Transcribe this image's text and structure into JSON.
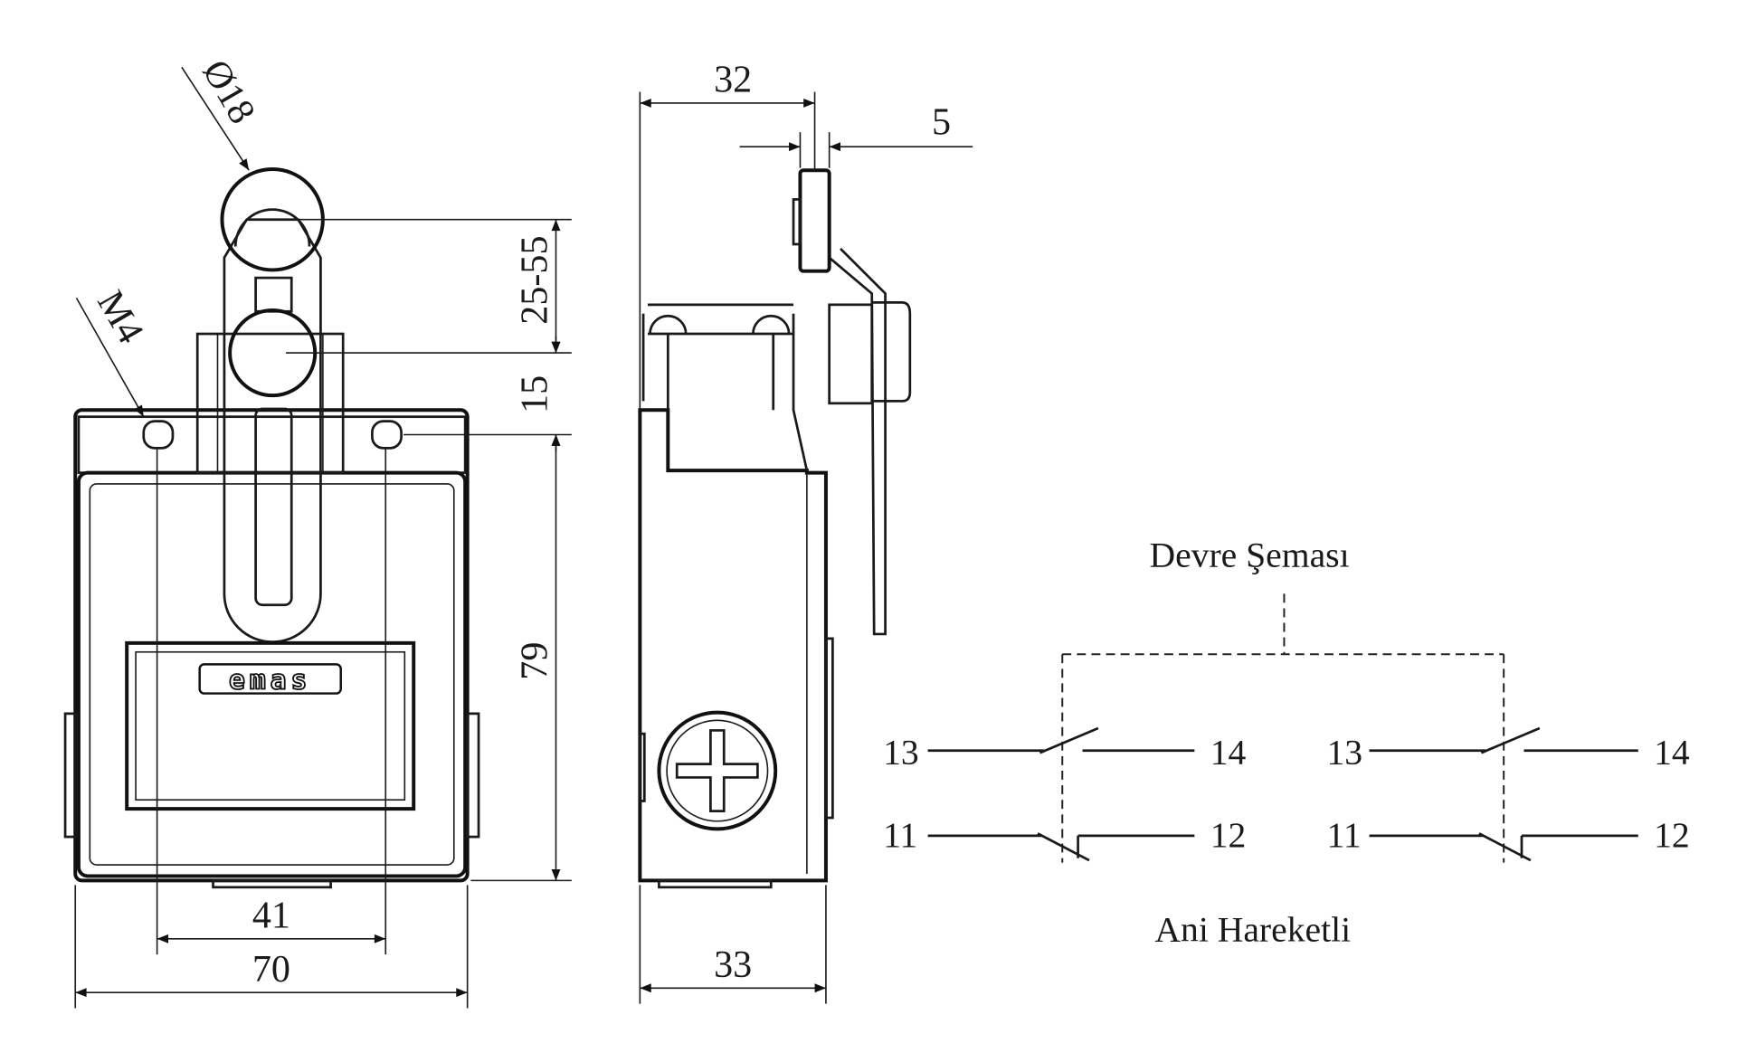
{
  "front_view": {
    "roller_diameter": "Ø18",
    "mount_thread": "M4",
    "lever_length": "25-55",
    "pivot_offset": "15",
    "body_height": "79",
    "hole_spacing": "41",
    "body_width": "70",
    "logo": "emas"
  },
  "side_view": {
    "lever_offset": "32",
    "roller_width": "5",
    "body_depth": "33"
  },
  "circuit": {
    "title": "Devre Şeması",
    "caption": "Ani Hareketli",
    "contacts_left": {
      "no_in": "13",
      "no_out": "14",
      "nc_in": "11",
      "nc_out": "12"
    },
    "contacts_right": {
      "no_in": "13",
      "no_out": "14",
      "nc_in": "11",
      "nc_out": "12"
    }
  }
}
